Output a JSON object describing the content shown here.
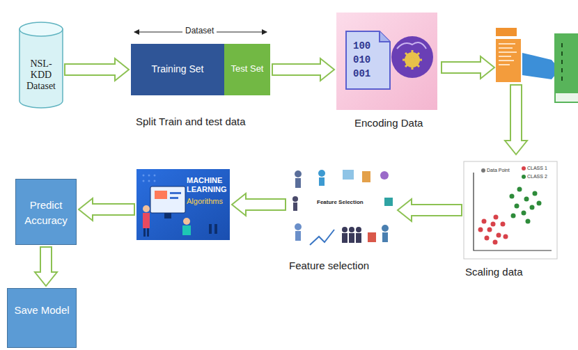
{
  "diagram": {
    "nodes": [
      {
        "text": [
          "NSL-KDD Dataset"
        ]
      },
      {
        "text": [
          "Training Set"
        ]
      },
      {
        "text": [
          "Test Set"
        ]
      },
      {
        "text": [
          "Encoding Data"
        ]
      },
      {
        "text": [
          "Scaling data"
        ]
      },
      {
        "text": [
          "Feature selection"
        ]
      },
      {
        "text": [
          "MACHINE LEARNING",
          "Algorithms"
        ]
      },
      {
        "text": [
          "Predict Accuracy"
        ]
      },
      {
        "text": [
          "Save Model"
        ]
      }
    ],
    "edges": [
      {
        "from": 0,
        "to": 1,
        "arrow": "to"
      },
      {
        "from": 2,
        "to": 3,
        "arrow": "to"
      },
      {
        "from": 4,
        "to": 5,
        "arrow": "to"
      },
      {
        "from": 5,
        "to": 6,
        "arrow": "to"
      },
      {
        "from": 6,
        "to": 7,
        "arrow": "to"
      },
      {
        "from": 7,
        "to": 8,
        "arrow": "to"
      }
    ],
    "labels": [
      "Dataset",
      "Split Train and test data",
      "100",
      "010",
      "001",
      "Feature Selection",
      "Data Point",
      "CLASS 1",
      "CLASS 2"
    ]
  }
}
